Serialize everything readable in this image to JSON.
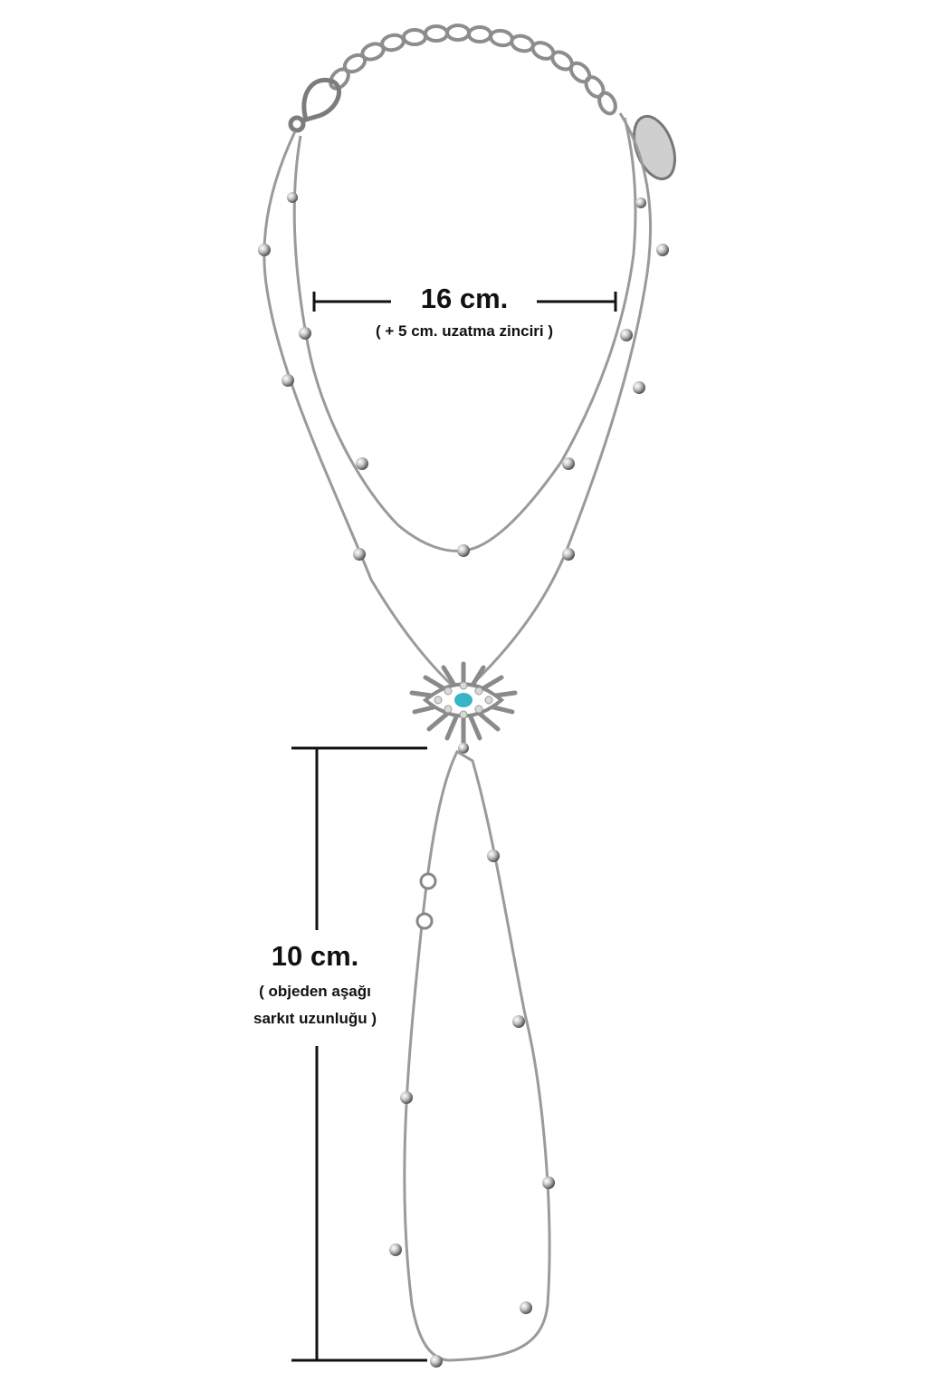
{
  "product": {
    "type": "evil-eye hand chain bracelet",
    "colors": {
      "metal": "#9a9a9a",
      "stone_center": "#37b5c8",
      "line": "#111111"
    }
  },
  "measurements": {
    "width": {
      "value": "16 cm.",
      "note": "( + 5 cm. uzatma zinciri )"
    },
    "drop": {
      "value": "10 cm.",
      "note_line1": "( objeden aşağı",
      "note_line2": "sarkıt uzunluğu )"
    }
  }
}
